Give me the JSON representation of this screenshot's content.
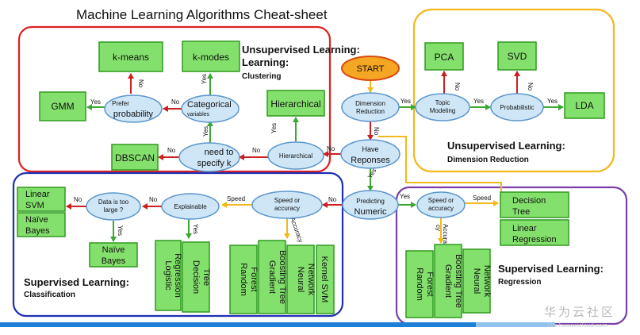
{
  "title": "Machine Learning Algorithms Cheat-sheet",
  "regions": {
    "clustering": {
      "title": "Unsupervised Learning:",
      "subtitle": "Clustering",
      "color": "#e02020"
    },
    "dimension": {
      "title": "Unsupervised Learning:",
      "subtitle": "Dimension Reduction",
      "color": "#f2b81d"
    },
    "classification": {
      "title": "Supervised Learning:",
      "subtitle": "Classification",
      "color": "#1e2fb5"
    },
    "regression": {
      "title": "Supervised Learning:",
      "subtitle": "Regression",
      "color": "#7b3fa8"
    }
  },
  "start": "START",
  "decisions": {
    "dimension_reduction": [
      "Dimension",
      "Reduction"
    ],
    "have_responses": [
      "Have",
      "Reponses"
    ],
    "predicting_numeric": [
      "Predicting",
      "Numeric"
    ],
    "categorical_variables": [
      "Categorical",
      "variables"
    ],
    "prefer_probability": [
      "Prefer",
      "probability"
    ],
    "hierarchical": "Hierarchical",
    "need_to_specify_k": [
      "need to",
      "specify k"
    ],
    "topic_modeling": [
      "Topic",
      "Modeling"
    ],
    "probabilistic": "Probabilistic",
    "speed_accuracy_class": [
      "Speed or",
      "accuracy"
    ],
    "explainable": "Explainable",
    "data_too_large": [
      "Data is too",
      "large ?"
    ],
    "speed_accuracy_reg": [
      "Speed or",
      "accuracy"
    ]
  },
  "algorithms": {
    "kmeans": "k-means",
    "kmodes": "k-modes",
    "gmm": "GMM",
    "hierarchical": "Hierarchical",
    "dbscan": "DBSCAN",
    "pca": "PCA",
    "svd": "SVD",
    "lda": "LDA",
    "linear_svm": [
      "Linear",
      "SVM"
    ],
    "naive_bayes_1": [
      "Naïve",
      "Bayes"
    ],
    "naive_bayes_2": [
      "Naïve",
      "Bayes"
    ],
    "logistic_regression": [
      "Logistic",
      "Regression"
    ],
    "decision_tree_class": [
      "Decision",
      "Tree"
    ],
    "random_forest_class": [
      "Random",
      "Forest"
    ],
    "gradient_boosting_class": [
      "Gradient",
      "Boosting Tree"
    ],
    "neural_network_class": [
      "Neural",
      "Network"
    ],
    "kernel_svm": "Kernel SVM",
    "decision_tree_reg": [
      "Decision",
      "Tree"
    ],
    "linear_regression": [
      "Linear",
      "Regression"
    ],
    "random_forest_reg": [
      "Random",
      "Forest"
    ],
    "gradient_boosting_reg": [
      "Gradient",
      "Boosting Tree"
    ],
    "neural_network_reg": [
      "Neural",
      "Network"
    ]
  },
  "edge_labels": {
    "yes": "Yes",
    "no": "No",
    "speed": "Speed",
    "accuracy": "Accuracy",
    "accura_cy_1": "Accura",
    "accura_cy_2": "cy"
  },
  "watermark": {
    "brand": "华为云社区",
    "url": "bbs.huaweicloud.com"
  },
  "colors": {
    "box_fill": "#84e06c",
    "box_stroke": "#2f9a1f",
    "ellipse_fill": "#cfe6f7",
    "ellipse_stroke": "#5a96cc",
    "start_fill": "#f5a623",
    "start_stroke": "#d94a10",
    "arrow_green": "#3aa832",
    "arrow_red": "#cc1f1f",
    "arrow_orange": "#f2b81d"
  }
}
